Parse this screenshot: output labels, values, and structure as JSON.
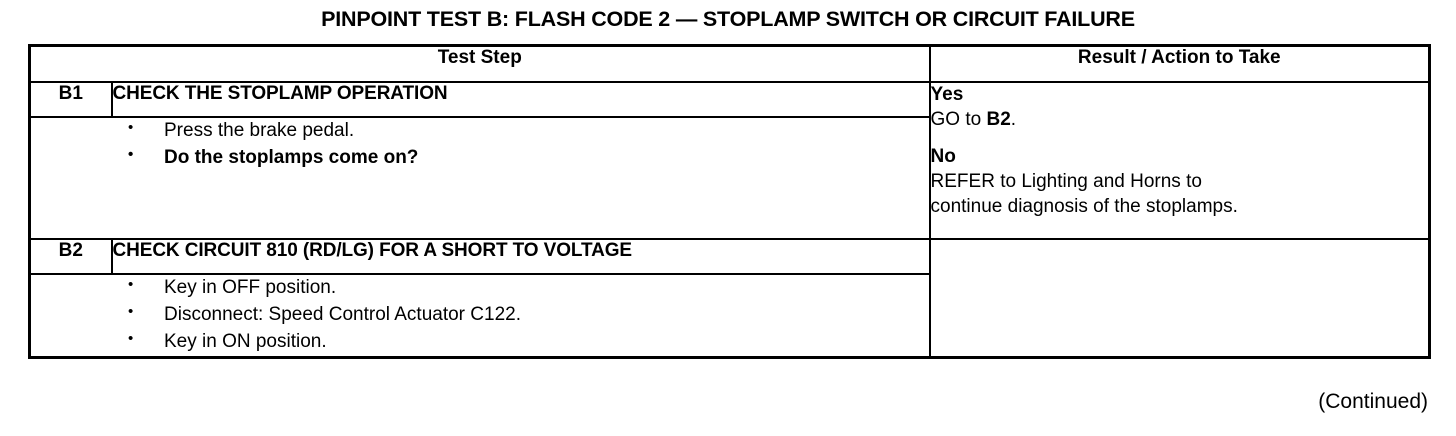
{
  "title": "PINPOINT TEST  B: FLASH CODE 2 — STOPLAMP SWITCH OR CIRCUIT FAILURE",
  "table": {
    "headers": {
      "step": "Test Step",
      "result": "Result / Action to Take"
    },
    "rows": [
      {
        "id": "B1",
        "heading": "CHECK THE STOPLAMP OPERATION",
        "bullets": [
          {
            "text": "Press the brake pedal.",
            "bold": false
          },
          {
            "text": "Do the stoplamps come on?",
            "bold": true
          }
        ],
        "results": [
          {
            "answer": "Yes",
            "action_prefix": "GO to ",
            "action_ref": "B2",
            "action_suffix": "."
          },
          {
            "answer": "No",
            "action_line1": "REFER to Lighting and Horns to",
            "action_line2": "continue diagnosis of the stoplamps."
          }
        ]
      },
      {
        "id": "B2",
        "heading": "CHECK CIRCUIT 810 (RD/LG) FOR A SHORT TO VOLTAGE",
        "bullets": [
          {
            "text": "Key in OFF position.",
            "bold": false
          },
          {
            "text": "Disconnect: Speed Control Actuator C122.",
            "bold": false
          },
          {
            "text": "Key in ON position.",
            "bold": false
          }
        ],
        "results": []
      }
    ]
  },
  "footer": {
    "continued": "(Continued)"
  }
}
